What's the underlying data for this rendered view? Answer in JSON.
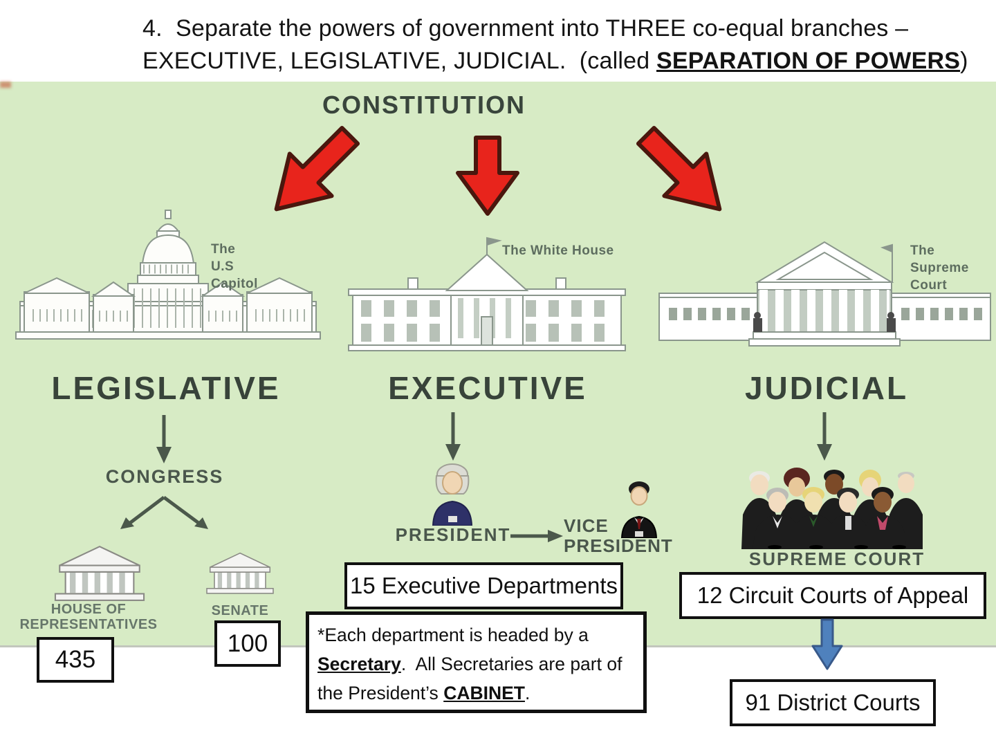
{
  "header": {
    "line1": "4.  Separate the powers of government into THREE co-equal branches –",
    "line2_pre": "EXECUTIVE, LEGISLATIVE, JUDICIAL.  (called ",
    "line2_emph": "SEPARATION OF POWERS",
    "line2_post": ")"
  },
  "constitution_label": "CONSTITUTION",
  "legislative": {
    "building_caption": {
      "l1": "The",
      "l2": "U.S",
      "l3": "Capitol"
    },
    "branch_label": "LEGISLATIVE",
    "congress_label": "CONGRESS",
    "house": {
      "l1": "HOUSE OF",
      "l2": "REPRESENTATIVES",
      "count": "435"
    },
    "senate": {
      "label": "SENATE",
      "count": "100"
    }
  },
  "executive": {
    "building_caption": "The White House",
    "branch_label": "EXECUTIVE",
    "president_label": "PRESIDENT",
    "vice_president": {
      "l1": "VICE",
      "l2": "PRESIDENT"
    },
    "departments_box": "15 Executive Departments",
    "cabinet_note": {
      "p1": "*Each department is headed by a ",
      "secretary": "Secretary",
      "p2": ".  All Secretaries are part of the President’s ",
      "cabinet": "CABINET",
      "p3": "."
    }
  },
  "judicial": {
    "building_caption": {
      "l1": "The",
      "l2": "Supreme",
      "l3": "Court"
    },
    "branch_label": "JUDICIAL",
    "supreme_court_label": "SUPREME COURT",
    "circuit_box": "12 Circuit Courts of Appeal",
    "district_box": "91 District Courts"
  },
  "colors": {
    "background_green": "#d7ebc5",
    "arrow_red": "#e8241c",
    "arrow_blue": "#4f81bd",
    "diagram_text": "#4a574c",
    "box_border": "#101010"
  }
}
